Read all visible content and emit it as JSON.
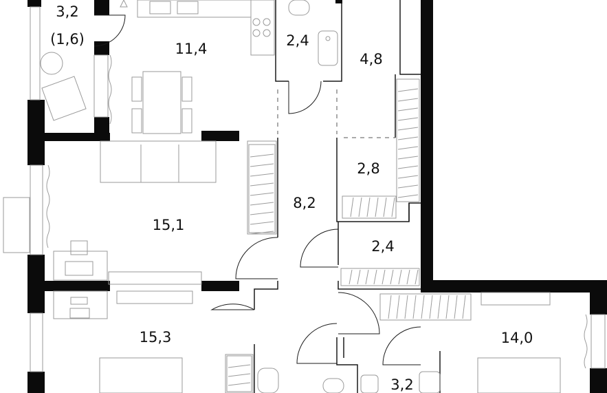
{
  "rooms": [
    {
      "id": "loggia",
      "area": "3,2",
      "sub": "(1,6)"
    },
    {
      "id": "kitchen",
      "area": "11,4"
    },
    {
      "id": "bathroom-top",
      "area": "2,4"
    },
    {
      "id": "storage",
      "area": "4,8"
    },
    {
      "id": "wardrobe",
      "area": "2,8"
    },
    {
      "id": "living-room",
      "area": "15,1"
    },
    {
      "id": "hallway",
      "area": "8,2"
    },
    {
      "id": "closet",
      "area": "2,4"
    },
    {
      "id": "bedroom-left",
      "area": "15,3"
    },
    {
      "id": "bedroom-right",
      "area": "14,0"
    },
    {
      "id": "bathroom-bottom",
      "area": "3,2"
    }
  ]
}
